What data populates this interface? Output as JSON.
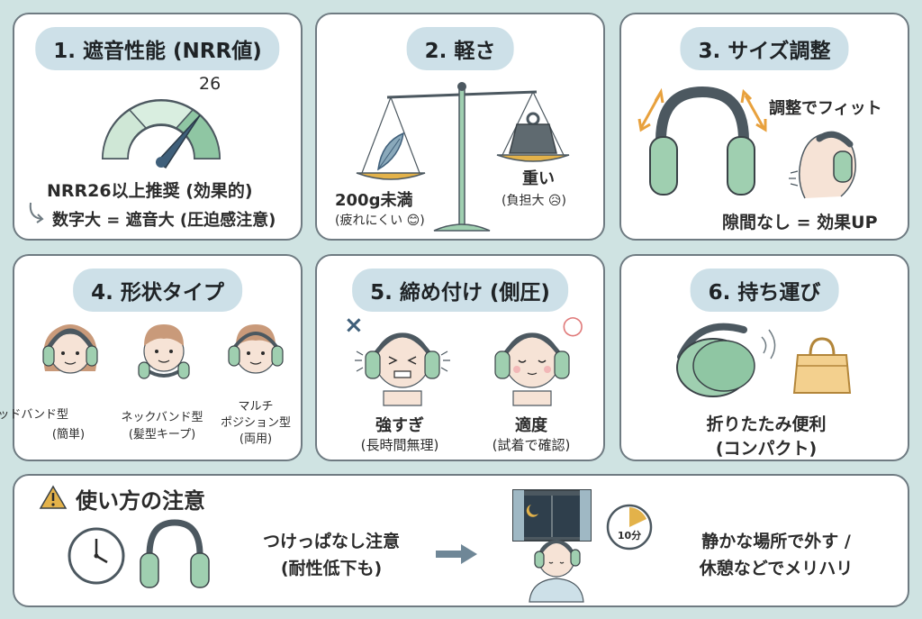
{
  "colors": {
    "background": "#cfe3e2",
    "pill": "#cde0e8",
    "border": "#6f7b82",
    "mint": "#9fcfb0",
    "headband": "#4c5860",
    "gold": "#e3b24a",
    "arrow_orange": "#e8a13d",
    "cross_blue": "#3f5f7a",
    "circle_red": "#e07a7a"
  },
  "card1": {
    "title": "1. 遮音性能 (NRR値)",
    "gauge_value": "26",
    "gauge_level": 0.72,
    "line1": "NRR26以上推奨 (効果的)",
    "line2": "数字大 = 遮音大 (圧迫感注意)",
    "icons": [
      "gauge-icon",
      "curved-arrow-icon"
    ]
  },
  "card2": {
    "title": "2. 軽さ",
    "left_label": "200g未満",
    "left_sub": "(疲れにくい 😊)",
    "right_label": "重い",
    "right_sub": "(負担大 😥)",
    "icons": [
      "balance-scale-icon",
      "feather-icon",
      "weight-icon"
    ]
  },
  "card3": {
    "title": "3. サイズ調整",
    "fit_label": "調整でフィット",
    "bottom_label": "隙間なし = 効果UP",
    "icons": [
      "headphones-icon",
      "adjust-arrow-icon",
      "head-profile-icon"
    ]
  },
  "card4": {
    "title": "4. 形状タイプ",
    "types": [
      {
        "line1": "ヘッドバンド型",
        "line2": "(簡単)"
      },
      {
        "line1": "ネックバンド型",
        "line2": "(髪型キープ)"
      },
      {
        "line1": "マルチ",
        "line2": "ポジション型",
        "line3": "(両用)"
      }
    ],
    "icons": [
      "girl-headband-icon",
      "boy-neckband-icon",
      "child-multi-icon"
    ]
  },
  "card5": {
    "title": "5. 締め付け (側圧)",
    "bad_mark": "×",
    "good_mark": "○",
    "bad_label": "強すぎ",
    "bad_sub": "(長時間無理)",
    "good_label": "適度",
    "good_sub": "(試着で確認)",
    "icons": [
      "pained-face-icon",
      "relaxed-face-icon"
    ]
  },
  "card6": {
    "title": "6. 持ち運び",
    "line1": "折りたたみ便利",
    "line2": "(コンパクト)",
    "icons": [
      "folded-earmuffs-icon",
      "handbag-icon"
    ]
  },
  "bottom": {
    "title": "使い方の注意",
    "middle_line1": "つけっぱなし注意",
    "middle_line2": "(耐性低下も)",
    "timer_label": "10分",
    "right_line1": "静かな場所で外す /",
    "right_line2": "休憩などでメリハリ",
    "icons": [
      "warning-icon",
      "clock-icon",
      "earmuffs-icon",
      "arrow-right-icon",
      "window-night-icon",
      "person-removing-icon",
      "timer-icon"
    ]
  }
}
